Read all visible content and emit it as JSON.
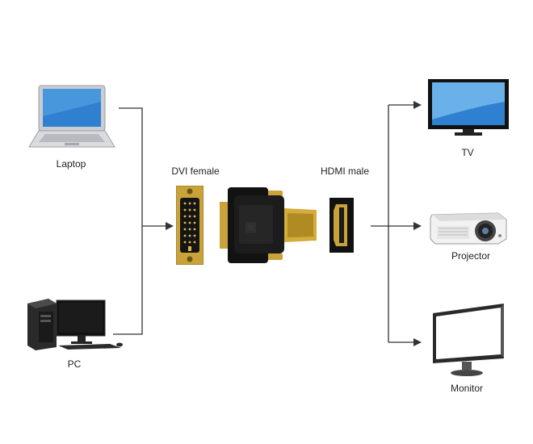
{
  "labels": {
    "laptop": "Laptop",
    "pc": "PC",
    "dvi": "DVI female",
    "hdmi": "HDMI male",
    "tv": "TV",
    "projector": "Projector",
    "monitor": "Monitor"
  },
  "icons": {
    "laptop": "laptop-icon",
    "pc": "desktop-pc-icon",
    "dvi_port": "dvi-female-port-icon",
    "adapter": "dvi-to-hdmi-adapter-icon",
    "hdmi_port": "hdmi-male-port-icon",
    "tv": "tv-icon",
    "projector": "projector-icon",
    "monitor": "monitor-icon"
  },
  "colors": {
    "line": "#333333",
    "gold": "#c9a23a",
    "black": "#111111",
    "screen_blue": "#2f80d0"
  }
}
